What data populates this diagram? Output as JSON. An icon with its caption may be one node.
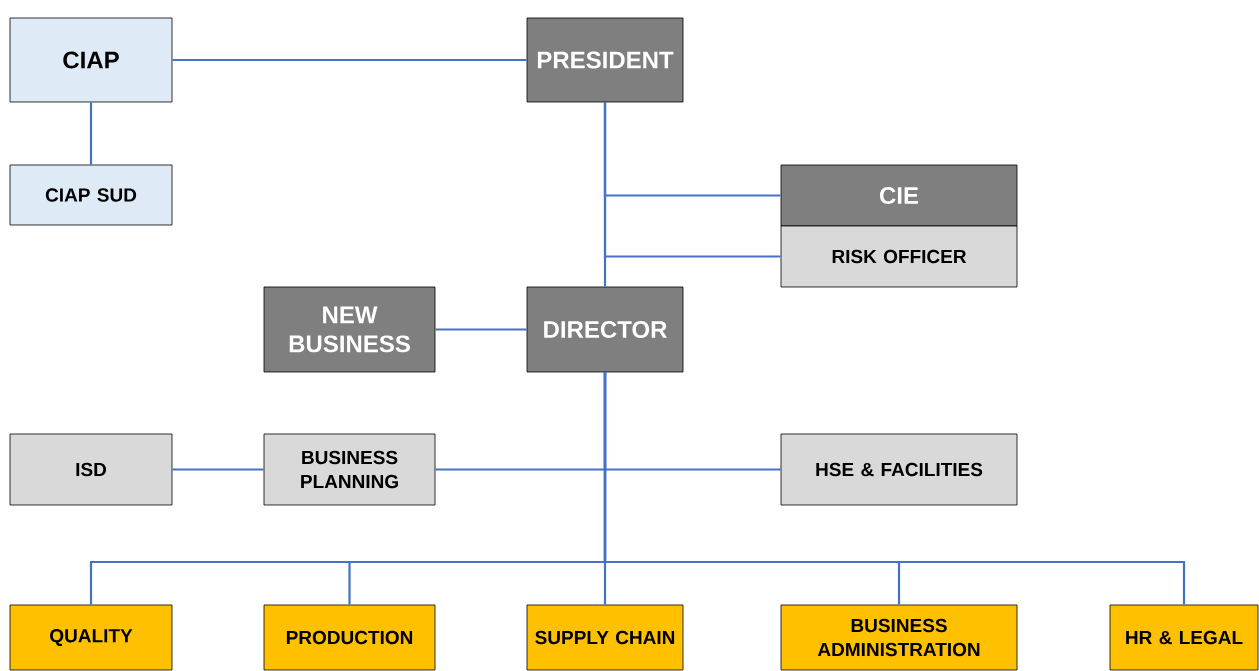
{
  "diagram": {
    "nodes": [
      {
        "text": [
          "CIAP"
        ]
      },
      {
        "text": [
          "PRESIDENT"
        ]
      },
      {
        "text": [
          "CIAP SUD"
        ]
      },
      {
        "text": [
          "CIE"
        ]
      },
      {
        "text": [
          "RISK OFFICER"
        ]
      },
      {
        "text": [
          "NEW BUSINESS"
        ]
      },
      {
        "text": [
          "DIRECTOR"
        ]
      },
      {
        "text": [
          "ISD"
        ]
      },
      {
        "text": [
          "BUSINESS PLANNING"
        ]
      },
      {
        "text": [
          "HSE & FACILITIES"
        ]
      },
      {
        "text": [
          "QUALITY"
        ]
      },
      {
        "text": [
          "PRODUCTION"
        ]
      },
      {
        "text": [
          "SUPPLY CHAIN"
        ]
      },
      {
        "text": [
          "BUSINESS ADMINISTRATION"
        ]
      },
      {
        "text": [
          "HR & LEGAL"
        ]
      }
    ],
    "edges": [
      {
        "from": 0,
        "to": 1,
        "arrow": "none"
      },
      {
        "from": 0,
        "to": 2,
        "arrow": "none"
      },
      {
        "from": 1,
        "to": 3,
        "arrow": "none"
      },
      {
        "from": 1,
        "to": 4,
        "arrow": "none"
      },
      {
        "from": 1,
        "to": 6,
        "arrow": "none"
      },
      {
        "from": 6,
        "to": 5,
        "arrow": "none"
      },
      {
        "from": 6,
        "to": 8,
        "arrow": "none"
      },
      {
        "from": 6,
        "to": 9,
        "arrow": "none"
      },
      {
        "from": 7,
        "to": 8,
        "arrow": "none"
      },
      {
        "from": 6,
        "to": 10,
        "arrow": "none"
      },
      {
        "from": 6,
        "to": 11,
        "arrow": "none"
      },
      {
        "from": 6,
        "to": 12,
        "arrow": "none"
      },
      {
        "from": 6,
        "to": 13,
        "arrow": "none"
      },
      {
        "from": 6,
        "to": 14,
        "arrow": "none"
      }
    ]
  }
}
